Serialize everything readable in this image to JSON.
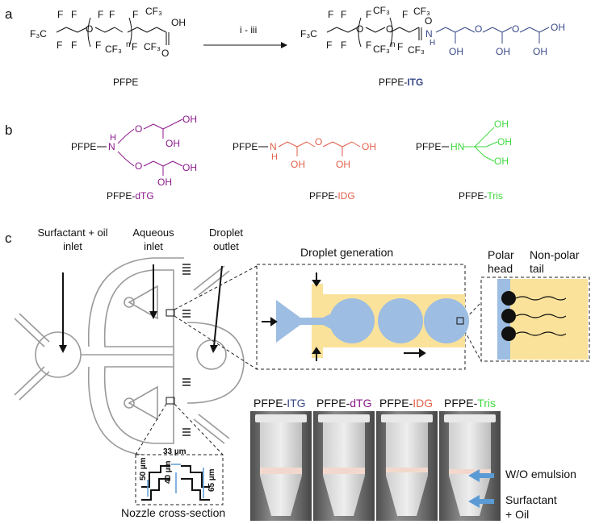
{
  "panels": {
    "a": "a",
    "b": "b",
    "c": "c"
  },
  "panel_a": {
    "reaction_conditions": "i - iii",
    "reactant_label": "PFPE",
    "product_label_prefix": "PFPE-",
    "product_label_suffix": "ITG",
    "subscript_n": "n"
  },
  "panel_b": {
    "dtg": {
      "prefix": "PFPE-",
      "suffix": "dTG",
      "color": "#8b1a8b"
    },
    "idg": {
      "prefix": "PFPE-",
      "suffix": "IDG",
      "color": "#e2614a"
    },
    "tris": {
      "prefix": "PFPE-",
      "suffix": "Tris",
      "color": "#3fd93f"
    }
  },
  "panel_c": {
    "surfactant_inlet": "Surfactant + oil\ninlet",
    "aqueous_inlet": "Aqueous\ninlet",
    "droplet_outlet": "Droplet\noutlet",
    "droplet_generation": "Droplet generation",
    "polar_head": "Polar\nhead",
    "nonpolar_tail": "Non-polar\ntail",
    "nozzle_title": "Nozzle cross-section",
    "dims": [
      "33 µm",
      "50 µm",
      "40 µm",
      "65 µm"
    ],
    "tube_labels": [
      {
        "prefix": "PFPE-",
        "suffix": "ITG",
        "color": "#3a4a8a"
      },
      {
        "prefix": "PFPE-",
        "suffix": "dTG",
        "color": "#8b1a8b"
      },
      {
        "prefix": "PFPE-",
        "suffix": "IDG",
        "color": "#e2614a"
      },
      {
        "prefix": "PFPE-",
        "suffix": "Tris",
        "color": "#3fd93f"
      }
    ],
    "wo_emulsion": "W/O emulsion",
    "surfactant_oil": "Surfactant\n+ Oil"
  },
  "colors": {
    "itg_blue": "#3a4a8a",
    "droplet_blue": "#9dbde2",
    "oil_yellow": "#fbe29a",
    "arrow_blue": "#5b9bd5"
  }
}
